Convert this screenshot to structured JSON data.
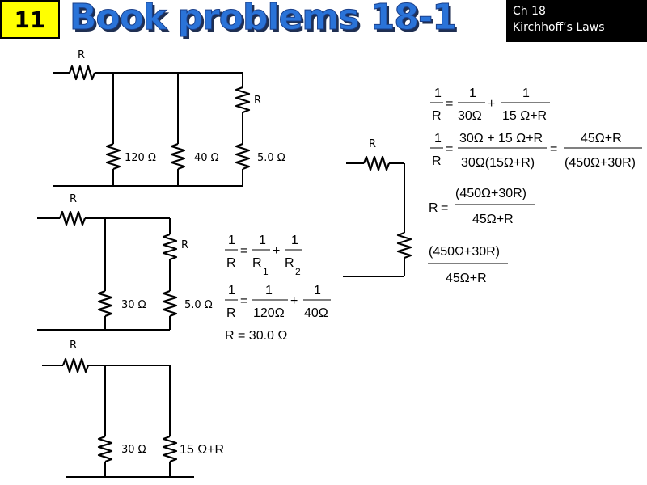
{
  "header": {
    "slide_number": "11",
    "title": "Book problems 18-1",
    "chapter": "Ch 18",
    "chapter_topic": "Kirchhoff’s Laws"
  },
  "circuit_1": {
    "r_label": "R",
    "r_branch_label": "R",
    "r1_label": "120 Ω",
    "r2_label": "40 Ω",
    "r3_label": "5.0 Ω"
  },
  "circuit_2": {
    "r_label": "R",
    "r_branch_label": "R",
    "r1_label": "30 Ω",
    "r2_label": "5.0 Ω"
  },
  "circuit_3": {
    "r_label": "R",
    "r1_label": "30 Ω",
    "r2_label": "15 Ω+R"
  },
  "circuit_4": {
    "r_top_label": "R"
  },
  "equations_middle": {
    "eq1": {
      "lhs_num": "1",
      "lhs_den": "R",
      "t1_num": "1",
      "t1_den": "R",
      "t1_den_sub": "1",
      "t2_num": "1",
      "t2_den": "R",
      "t2_den_sub": "2"
    },
    "eq2": {
      "lhs_num": "1",
      "lhs_den": "R",
      "t1_num": "1",
      "t1_den": "120Ω",
      "t2_num": "1",
      "t2_den": "40Ω"
    },
    "result": "R = 30.0 Ω"
  },
  "equations_right": {
    "eq1": {
      "lhs_num": "1",
      "lhs_den": "R",
      "t1_num": "1",
      "t1_den": "30Ω",
      "t2_num": "1",
      "t2_den": "15 Ω+R"
    },
    "eq2": {
      "lhs_num": "1",
      "lhs_den": "R",
      "mid_num": "30Ω + 15 Ω+R",
      "mid_den": "30Ω(15Ω+R)",
      "rhs_num": "45Ω+R",
      "rhs_den": "(450Ω+30R)"
    },
    "eq3": {
      "lhs": "R",
      "num": "(450Ω+30R)",
      "den": "45Ω+R"
    },
    "eq4": {
      "num": "(450Ω+30R)",
      "den": "45Ω+R"
    }
  }
}
